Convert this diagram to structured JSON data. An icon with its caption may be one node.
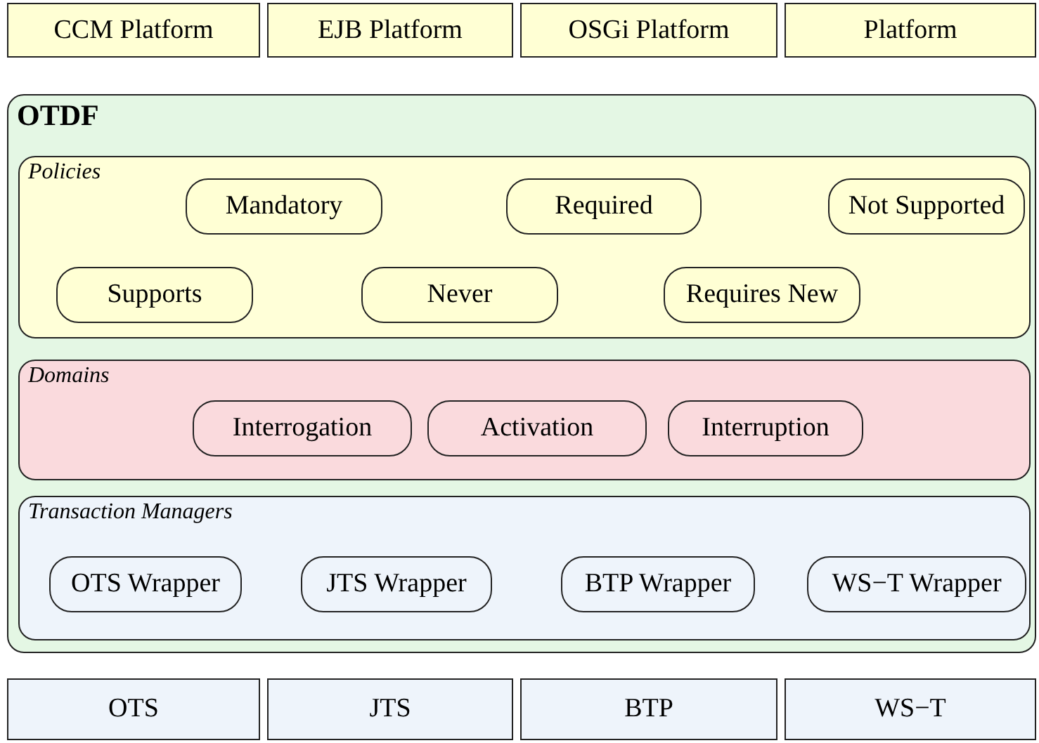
{
  "diagram": {
    "nodes": [
      {
        "text": [
          "CCM Platform"
        ]
      },
      {
        "text": [
          "EJB Platform"
        ]
      },
      {
        "text": [
          "OSGi Platform"
        ]
      },
      {
        "text": [
          "Platform"
        ]
      },
      {
        "text": [
          "OTDF"
        ]
      },
      {
        "text": [
          "Policies"
        ],
        "in": 4
      },
      {
        "text": [
          "Mandatory"
        ],
        "in": 5
      },
      {
        "text": [
          "Required"
        ],
        "in": 5
      },
      {
        "text": [
          "Not Supported"
        ],
        "in": 5
      },
      {
        "text": [
          "Supports"
        ],
        "in": 5
      },
      {
        "text": [
          "Never"
        ],
        "in": 5
      },
      {
        "text": [
          "Requires New"
        ],
        "in": 5
      },
      {
        "text": [
          "Domains"
        ],
        "in": 4
      },
      {
        "text": [
          "Interrogation"
        ],
        "in": 12
      },
      {
        "text": [
          "Activation"
        ],
        "in": 12
      },
      {
        "text": [
          "Interruption"
        ],
        "in": 12
      },
      {
        "text": [
          "Transaction Managers"
        ],
        "in": 4
      },
      {
        "text": [
          "OTS Wrapper"
        ],
        "in": 16
      },
      {
        "text": [
          "JTS Wrapper"
        ],
        "in": 16
      },
      {
        "text": [
          "BTP Wrapper"
        ],
        "in": 16
      },
      {
        "text": [
          "WS−T Wrapper"
        ],
        "in": 16
      },
      {
        "text": [
          "OTS"
        ]
      },
      {
        "text": [
          "JTS"
        ]
      },
      {
        "text": [
          "BTP"
        ]
      },
      {
        "text": [
          "WS−T"
        ]
      }
    ]
  }
}
